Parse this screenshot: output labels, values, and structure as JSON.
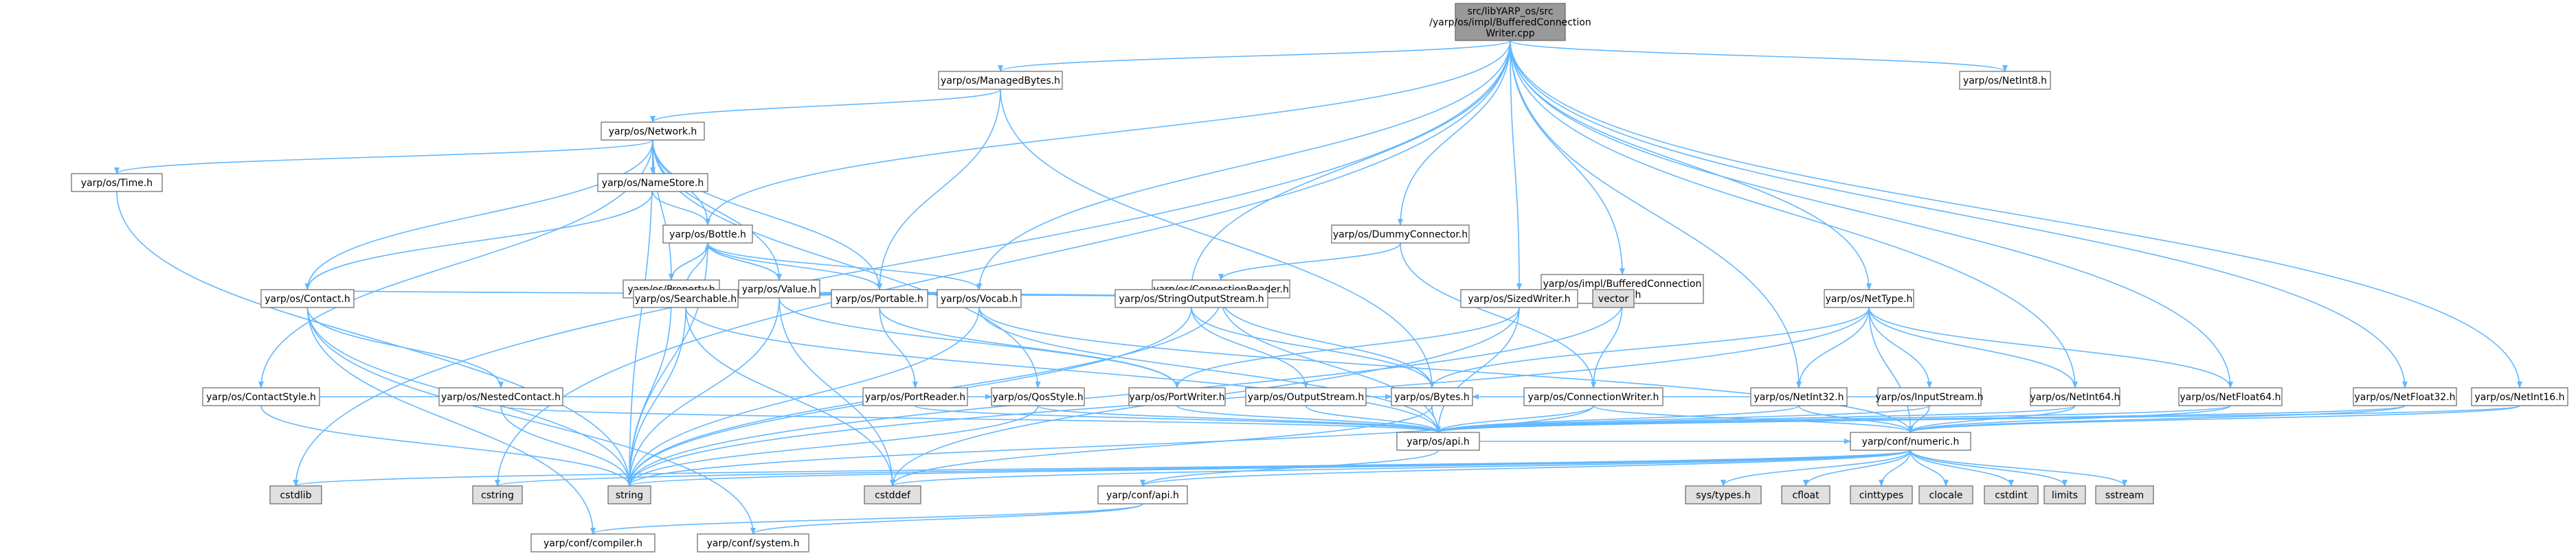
{
  "graph": {
    "title": "src/libYARP_os/src/yarp/os/impl/BufferedConnectionWriter.cpp",
    "colors": {
      "root_fill": "#999999",
      "node_fill": "#ffffff",
      "system_fill": "#e0e0e0",
      "undocumented_border": "#ff0000",
      "node_border": "#666666",
      "edge": "#63B8FF"
    },
    "nodes": [
      {
        "id": "root",
        "label": [
          "src/libYARP_os/src",
          "/yarp/os/impl/BufferedConnection",
          "Writer.cpp"
        ],
        "kind": "root"
      },
      {
        "id": "managedbytes",
        "label": [
          "yarp/os/ManagedBytes.h"
        ],
        "kind": "normal"
      },
      {
        "id": "netint8",
        "label": [
          "yarp/os/NetInt8.h"
        ],
        "kind": "normal"
      },
      {
        "id": "network",
        "label": [
          "yarp/os/Network.h"
        ],
        "kind": "normal"
      },
      {
        "id": "time",
        "label": [
          "yarp/os/Time.h"
        ],
        "kind": "red"
      },
      {
        "id": "namestore",
        "label": [
          "yarp/os/NameStore.h"
        ],
        "kind": "normal"
      },
      {
        "id": "bottle",
        "label": [
          "yarp/os/Bottle.h"
        ],
        "kind": "normal"
      },
      {
        "id": "dummyconnector",
        "label": [
          "yarp/os/DummyConnector.h"
        ],
        "kind": "normal"
      },
      {
        "id": "property",
        "label": [
          "yarp/os/Property.h"
        ],
        "kind": "normal"
      },
      {
        "id": "value",
        "label": [
          "yarp/os/Value.h"
        ],
        "kind": "normal"
      },
      {
        "id": "connectionreader",
        "label": [
          "yarp/os/ConnectionReader.h"
        ],
        "kind": "normal"
      },
      {
        "id": "bufconnwriter",
        "label": [
          "yarp/os/impl/BufferedConnection",
          "Writer.h"
        ],
        "kind": "normal"
      },
      {
        "id": "contact",
        "label": [
          "yarp/os/Contact.h"
        ],
        "kind": "normal"
      },
      {
        "id": "searchable",
        "label": [
          "yarp/os/Searchable.h"
        ],
        "kind": "normal"
      },
      {
        "id": "portable",
        "label": [
          "yarp/os/Portable.h"
        ],
        "kind": "normal"
      },
      {
        "id": "vocab",
        "label": [
          "yarp/os/Vocab.h"
        ],
        "kind": "normal"
      },
      {
        "id": "stringoutputstream",
        "label": [
          "yarp/os/StringOutputStream.h"
        ],
        "kind": "normal"
      },
      {
        "id": "sizedwriter",
        "label": [
          "yarp/os/SizedWriter.h"
        ],
        "kind": "normal"
      },
      {
        "id": "vector",
        "label": [
          "vector"
        ],
        "kind": "system"
      },
      {
        "id": "nettype",
        "label": [
          "yarp/os/NetType.h"
        ],
        "kind": "normal"
      },
      {
        "id": "contactstyle",
        "label": [
          "yarp/os/ContactStyle.h"
        ],
        "kind": "normal"
      },
      {
        "id": "nestedcontact",
        "label": [
          "yarp/os/NestedContact.h"
        ],
        "kind": "normal"
      },
      {
        "id": "portreader",
        "label": [
          "yarp/os/PortReader.h"
        ],
        "kind": "normal"
      },
      {
        "id": "qosstyle",
        "label": [
          "yarp/os/QosStyle.h"
        ],
        "kind": "normal"
      },
      {
        "id": "portwriter",
        "label": [
          "yarp/os/PortWriter.h"
        ],
        "kind": "normal"
      },
      {
        "id": "outputstream",
        "label": [
          "yarp/os/OutputStream.h"
        ],
        "kind": "normal"
      },
      {
        "id": "bytes",
        "label": [
          "yarp/os/Bytes.h"
        ],
        "kind": "normal"
      },
      {
        "id": "connectionwriter",
        "label": [
          "yarp/os/ConnectionWriter.h"
        ],
        "kind": "normal"
      },
      {
        "id": "netint32",
        "label": [
          "yarp/os/NetInt32.h"
        ],
        "kind": "normal"
      },
      {
        "id": "inputstream",
        "label": [
          "yarp/os/InputStream.h"
        ],
        "kind": "normal"
      },
      {
        "id": "netint64",
        "label": [
          "yarp/os/NetInt64.h"
        ],
        "kind": "normal"
      },
      {
        "id": "netfloat64",
        "label": [
          "yarp/os/NetFloat64.h"
        ],
        "kind": "normal"
      },
      {
        "id": "netfloat32",
        "label": [
          "yarp/os/NetFloat32.h"
        ],
        "kind": "normal"
      },
      {
        "id": "netint16",
        "label": [
          "yarp/os/NetInt16.h"
        ],
        "kind": "normal"
      },
      {
        "id": "api",
        "label": [
          "yarp/os/api.h"
        ],
        "kind": "normal"
      },
      {
        "id": "numeric",
        "label": [
          "yarp/conf/numeric.h"
        ],
        "kind": "normal"
      },
      {
        "id": "cstdlib",
        "label": [
          "cstdlib"
        ],
        "kind": "system"
      },
      {
        "id": "cstring",
        "label": [
          "cstring"
        ],
        "kind": "system"
      },
      {
        "id": "string",
        "label": [
          "string"
        ],
        "kind": "system"
      },
      {
        "id": "cstddef",
        "label": [
          "cstddef"
        ],
        "kind": "system"
      },
      {
        "id": "confapi",
        "label": [
          "yarp/conf/api.h"
        ],
        "kind": "normal"
      },
      {
        "id": "systypes",
        "label": [
          "sys/types.h"
        ],
        "kind": "system"
      },
      {
        "id": "cfloat",
        "label": [
          "cfloat"
        ],
        "kind": "system"
      },
      {
        "id": "cinttypes",
        "label": [
          "cinttypes"
        ],
        "kind": "system"
      },
      {
        "id": "clocale",
        "label": [
          "clocale"
        ],
        "kind": "system"
      },
      {
        "id": "cstdint",
        "label": [
          "cstdint"
        ],
        "kind": "system"
      },
      {
        "id": "limits",
        "label": [
          "limits"
        ],
        "kind": "system"
      },
      {
        "id": "sstream",
        "label": [
          "sstream"
        ],
        "kind": "system"
      },
      {
        "id": "compiler",
        "label": [
          "yarp/conf/compiler.h"
        ],
        "kind": "normal"
      },
      {
        "id": "system",
        "label": [
          "yarp/conf/system.h"
        ],
        "kind": "normal"
      }
    ],
    "edges": [
      [
        "root",
        "managedbytes"
      ],
      [
        "root",
        "netint8"
      ],
      [
        "root",
        "bottle"
      ],
      [
        "root",
        "dummyconnector"
      ],
      [
        "root",
        "vocab"
      ],
      [
        "root",
        "stringoutputstream"
      ],
      [
        "root",
        "sizedwriter"
      ],
      [
        "root",
        "bufconnwriter"
      ],
      [
        "root",
        "nettype"
      ],
      [
        "root",
        "netint32"
      ],
      [
        "root",
        "netint64"
      ],
      [
        "root",
        "netfloat64"
      ],
      [
        "root",
        "netfloat32"
      ],
      [
        "root",
        "netint16"
      ],
      [
        "root",
        "cstdlib"
      ],
      [
        "root",
        "cstring"
      ],
      [
        "managedbytes",
        "network"
      ],
      [
        "managedbytes",
        "portable"
      ],
      [
        "managedbytes",
        "bytes"
      ],
      [
        "network",
        "time"
      ],
      [
        "network",
        "namestore"
      ],
      [
        "network",
        "bottle"
      ],
      [
        "network",
        "property"
      ],
      [
        "network",
        "value"
      ],
      [
        "network",
        "contact"
      ],
      [
        "network",
        "contactstyle"
      ],
      [
        "network",
        "portable"
      ],
      [
        "network",
        "qosstyle"
      ],
      [
        "network",
        "string"
      ],
      [
        "time",
        "string"
      ],
      [
        "namestore",
        "bottle"
      ],
      [
        "namestore",
        "contact"
      ],
      [
        "bottle",
        "property"
      ],
      [
        "bottle",
        "value"
      ],
      [
        "bottle",
        "searchable"
      ],
      [
        "bottle",
        "portable"
      ],
      [
        "bottle",
        "vocab"
      ],
      [
        "bottle",
        "string"
      ],
      [
        "property",
        "bottle"
      ],
      [
        "property",
        "searchable"
      ],
      [
        "property",
        "portable"
      ],
      [
        "property",
        "string"
      ],
      [
        "value",
        "bottle"
      ],
      [
        "value",
        "searchable"
      ],
      [
        "value",
        "portable"
      ],
      [
        "value",
        "vocab"
      ],
      [
        "value",
        "string"
      ],
      [
        "value",
        "cstddef"
      ],
      [
        "value",
        "portwriter"
      ],
      [
        "dummyconnector",
        "connectionreader"
      ],
      [
        "dummyconnector",
        "connectionwriter"
      ],
      [
        "connectionreader",
        "contact"
      ],
      [
        "connectionreader",
        "searchable"
      ],
      [
        "connectionreader",
        "bytes"
      ],
      [
        "connectionreader",
        "api"
      ],
      [
        "connectionreader",
        "string"
      ],
      [
        "bufconnwriter",
        "sizedwriter"
      ],
      [
        "bufconnwriter",
        "vector"
      ],
      [
        "bufconnwriter",
        "connectionwriter"
      ],
      [
        "bufconnwriter",
        "string"
      ],
      [
        "contact",
        "nestedcontact"
      ],
      [
        "contact",
        "string"
      ],
      [
        "contact",
        "compiler"
      ],
      [
        "contact",
        "system"
      ],
      [
        "searchable",
        "api"
      ],
      [
        "searchable",
        "string"
      ],
      [
        "searchable",
        "cstddef"
      ],
      [
        "portable",
        "portreader"
      ],
      [
        "portable",
        "portwriter"
      ],
      [
        "vocab",
        "api"
      ],
      [
        "vocab",
        "numeric"
      ],
      [
        "vocab",
        "string"
      ],
      [
        "stringoutputstream",
        "outputstream"
      ],
      [
        "stringoutputstream",
        "bytes"
      ],
      [
        "stringoutputstream",
        "string"
      ],
      [
        "sizedwriter",
        "portwriter"
      ],
      [
        "sizedwriter",
        "api"
      ],
      [
        "sizedwriter",
        "cstddef"
      ],
      [
        "nettype",
        "bytes"
      ],
      [
        "nettype",
        "inputstream"
      ],
      [
        "nettype",
        "netint32"
      ],
      [
        "nettype",
        "netint64"
      ],
      [
        "nettype",
        "netfloat64"
      ],
      [
        "nettype",
        "numeric"
      ],
      [
        "nettype",
        "string"
      ],
      [
        "contactstyle",
        "qosstyle"
      ],
      [
        "contactstyle",
        "string"
      ],
      [
        "nestedcontact",
        "api"
      ],
      [
        "nestedcontact",
        "string"
      ],
      [
        "portreader",
        "api"
      ],
      [
        "qosstyle",
        "api"
      ],
      [
        "qosstyle",
        "string"
      ],
      [
        "portwriter",
        "api"
      ],
      [
        "outputstream",
        "bytes"
      ],
      [
        "outputstream",
        "api"
      ],
      [
        "bytes",
        "api"
      ],
      [
        "bytes",
        "cstddef"
      ],
      [
        "connectionwriter",
        "api"
      ],
      [
        "connectionwriter",
        "numeric"
      ],
      [
        "connectionwriter",
        "string"
      ],
      [
        "netint32",
        "api"
      ],
      [
        "netint32",
        "numeric"
      ],
      [
        "inputstream",
        "bytes"
      ],
      [
        "inputstream",
        "api"
      ],
      [
        "inputstream",
        "numeric"
      ],
      [
        "netint64",
        "api"
      ],
      [
        "netint64",
        "numeric"
      ],
      [
        "netfloat64",
        "api"
      ],
      [
        "netfloat64",
        "numeric"
      ],
      [
        "netfloat32",
        "api"
      ],
      [
        "netfloat32",
        "numeric"
      ],
      [
        "netint16",
        "api"
      ],
      [
        "netint16",
        "numeric"
      ],
      [
        "api",
        "confapi"
      ],
      [
        "api",
        "numeric"
      ],
      [
        "confapi",
        "compiler"
      ],
      [
        "confapi",
        "system"
      ],
      [
        "numeric",
        "cstdlib"
      ],
      [
        "numeric",
        "cstring"
      ],
      [
        "numeric",
        "string"
      ],
      [
        "numeric",
        "cstddef"
      ],
      [
        "numeric",
        "systypes"
      ],
      [
        "numeric",
        "cfloat"
      ],
      [
        "numeric",
        "cinttypes"
      ],
      [
        "numeric",
        "clocale"
      ],
      [
        "numeric",
        "cstdint"
      ],
      [
        "numeric",
        "limits"
      ],
      [
        "numeric",
        "sstream"
      ],
      [
        "numeric",
        "confapi"
      ]
    ]
  }
}
